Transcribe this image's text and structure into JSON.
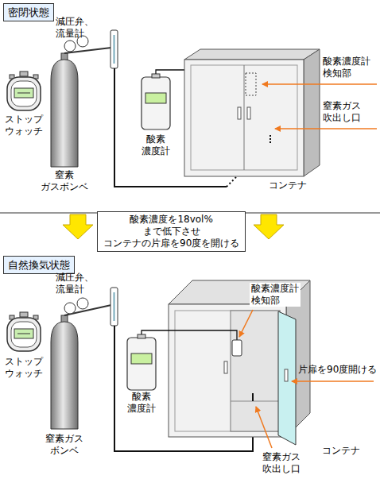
{
  "diagram": {
    "nodes": [
      {
        "text": [
          "密閉状態"
        ]
      },
      {
        "text": [
          "酸素濃度を18vol%まで低下させ コンテナの片扉を90度を開ける"
        ]
      },
      {
        "text": [
          "自然換気状態"
        ]
      }
    ],
    "labels": [
      "減圧弁、流量計",
      "ストップ ウォッチ",
      "窒素 ガスボンベ",
      "酸素 濃度計",
      "酸素濃度計 検知部",
      "窒素ガス 吹出し口",
      "コンテナ",
      "減圧弁、流量計",
      "ストップ ウォッチ",
      "窒素ガス ボンベ",
      "酸素 濃度計",
      "酸素濃度計 検知部",
      "片扉を90度開ける",
      "窒素ガス 吹出し口",
      "コンテナ"
    ]
  }
}
